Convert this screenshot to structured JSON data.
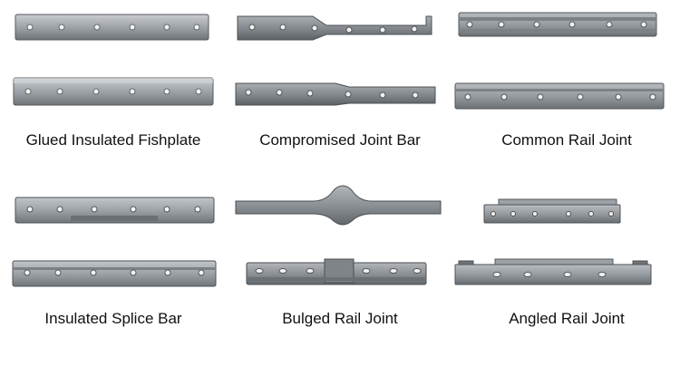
{
  "items": [
    {
      "label": "Glued Insulated Fishplate",
      "icon": "glued-insulated-fishplate-photo"
    },
    {
      "label": "Compromised Joint Bar",
      "icon": "compromised-joint-bar-photo"
    },
    {
      "label": "Common Rail Joint",
      "icon": "common-rail-joint-photo"
    },
    {
      "label": "Insulated Splice Bar",
      "icon": "insulated-splice-bar-photo"
    },
    {
      "label": "Bulged Rail Joint",
      "icon": "bulged-rail-joint-photo"
    },
    {
      "label": "Angled Rail Joint",
      "icon": "angled-rail-joint-photo"
    }
  ],
  "colors": {
    "steel_light": "#b8bcc0",
    "steel_mid": "#8f9499",
    "steel_dark": "#5e6367",
    "hole": "#f4f4f4",
    "text": "#111111"
  }
}
